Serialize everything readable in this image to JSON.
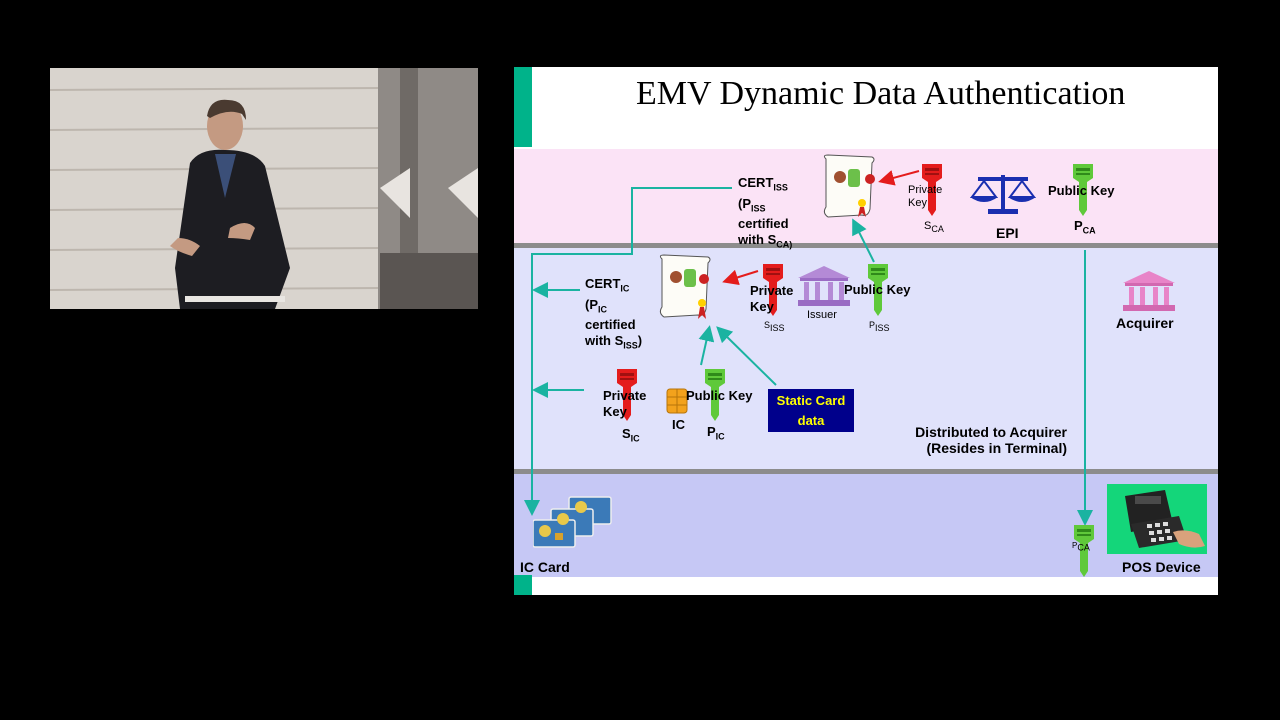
{
  "slide": {
    "title": "EMV Dynamic Data Authentication",
    "cert_iss": {
      "line1": "CERT",
      "line1_sub": "ISS",
      "line2a": "(P",
      "line2_sub": "ISS",
      "line3": "certified",
      "line4a": "with S",
      "line4_sub": "CA)"
    },
    "cert_ic": {
      "line1": "CERT",
      "line1_sub": "IC",
      "line2a": "(P",
      "line2_sub": "IC",
      "line3": "certified",
      "line4a": "with S",
      "line4_sub": "ISS",
      "line4b": ")"
    },
    "ca_band": {
      "private_key": "Private Key",
      "s_ca": "S",
      "s_ca_sub": "CA",
      "epi": "EPI",
      "public_key": "Public Key",
      "p_ca": "P",
      "p_ca_sub": "CA"
    },
    "issuer_band": {
      "private_key": "Private Key",
      "s_iss": "S",
      "s_iss_sub": "ISS",
      "issuer": "Issuer",
      "public_key": "Public Key",
      "p_iss": "P",
      "p_iss_sub": "ISS",
      "acquirer": "Acquirer",
      "ic_private_key": "Private Key",
      "s_ic": "S",
      "s_ic_sub": "IC",
      "ic": "IC",
      "ic_public_key": "Public Key",
      "p_ic": "P",
      "p_ic_sub": "IC",
      "static_card_data_1": "Static Card",
      "static_card_data_2": "data",
      "distributed_1": "Distributed to Acquirer",
      "distributed_2": "(Resides in Terminal)"
    },
    "bottom_band": {
      "ic_card": "IC Card",
      "p_ca_key": "P",
      "p_ca_key_sub": "CA",
      "pos_device": "POS Device"
    },
    "colors": {
      "ca_band": "#fbe3f6",
      "issuer_band": "#e0e2fb",
      "terminal_band": "#c6c8f5",
      "arrow": "#1ab3a1",
      "private_key": "#e41c1c",
      "public_key": "#5fc93a",
      "static_card_bg": "#00008b",
      "static_card_text": "#ffff00",
      "accent_bar": "#00b38a"
    }
  }
}
